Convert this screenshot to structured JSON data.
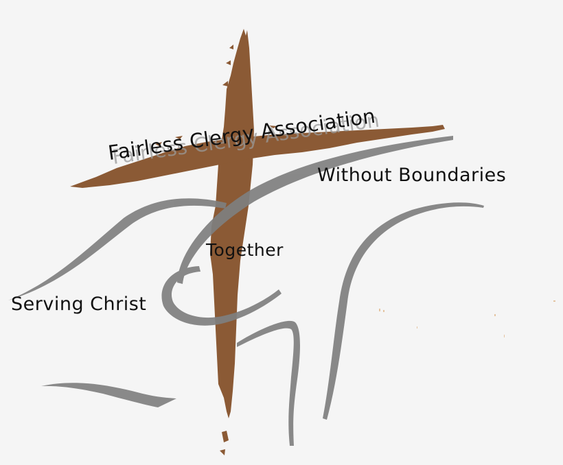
{
  "logo": {
    "organization_name": "Fairless Clergy Association",
    "taglines": {
      "without_boundaries": "Without Boundaries",
      "together": "Together",
      "serving_christ": "Serving Christ"
    },
    "icons": {
      "cross": "brush-stroke-cross-icon",
      "swooshes": "gray-swoosh-strokes-icon"
    },
    "colors": {
      "background": "#f5f5f5",
      "cross_brown": "#8b5a35",
      "swoosh_gray": "#7f7f7f",
      "text": "#111111",
      "title_shadow": "#9a9a9a"
    }
  }
}
